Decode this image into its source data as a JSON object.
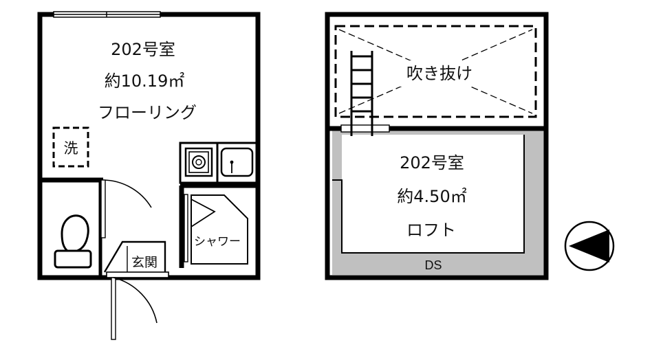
{
  "main_floor": {
    "room_name": "202号室",
    "area": "約10.19㎡",
    "floor_type": "フローリング",
    "laundry_label": "洗",
    "entrance_label": "玄関",
    "shower_label": "シャワー"
  },
  "loft": {
    "void_label": "吹き抜け",
    "room_name": "202号室",
    "area": "約4.50㎡",
    "loft_label": "ロフト",
    "ds_label": "DS"
  },
  "compass": {
    "icon": "north-arrow-icon"
  },
  "colors": {
    "wall": "#000000",
    "shaded": "#c0c0c0",
    "background": "#ffffff"
  }
}
